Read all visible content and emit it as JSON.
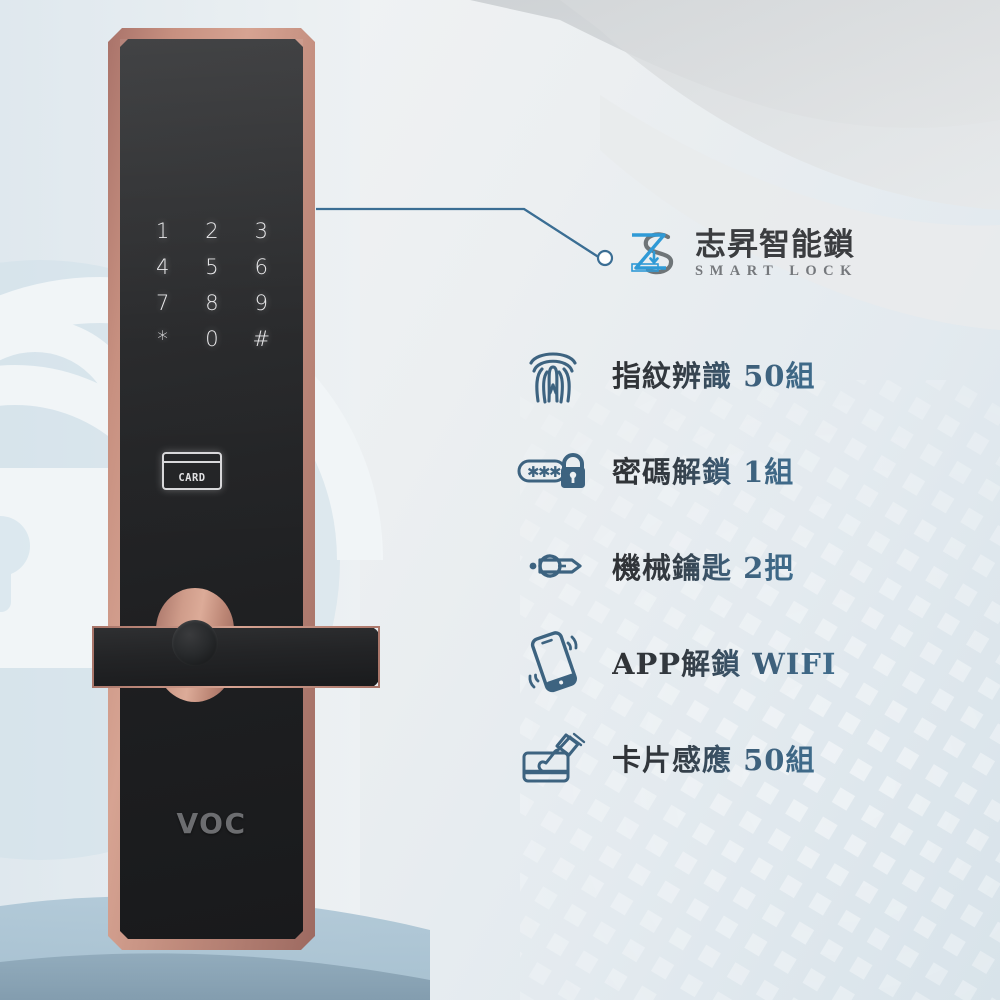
{
  "brand": {
    "logo_mark": "zs-monogram",
    "name": "志昇智能鎖",
    "subtitle": "SMART LOCK"
  },
  "device": {
    "keypad_keys": [
      "1",
      "2",
      "3",
      "4",
      "5",
      "6",
      "7",
      "8",
      "9",
      "*",
      "0",
      "#"
    ],
    "card_reader_label": "CARD",
    "brand_mark": "VOC"
  },
  "features": [
    {
      "icon": "fingerprint-icon",
      "label": "指紋辨識 50組"
    },
    {
      "icon": "password-lock-icon",
      "label": "密碼解鎖 1組"
    },
    {
      "icon": "key-icon",
      "label": "機械鑰匙 2把"
    },
    {
      "icon": "smartphone-wifi-icon",
      "label": "APP解鎖 WIFI"
    },
    {
      "icon": "card-swipe-icon",
      "label": "卡片感應 50組"
    }
  ],
  "colors": {
    "accent_blue": "#3f6c8c",
    "icon_blue": "#3d6380",
    "text_dark": "#2f3134",
    "rose_gold": "#d6a392",
    "device_black": "#232426",
    "watermark_blue": "#c8dce8"
  }
}
